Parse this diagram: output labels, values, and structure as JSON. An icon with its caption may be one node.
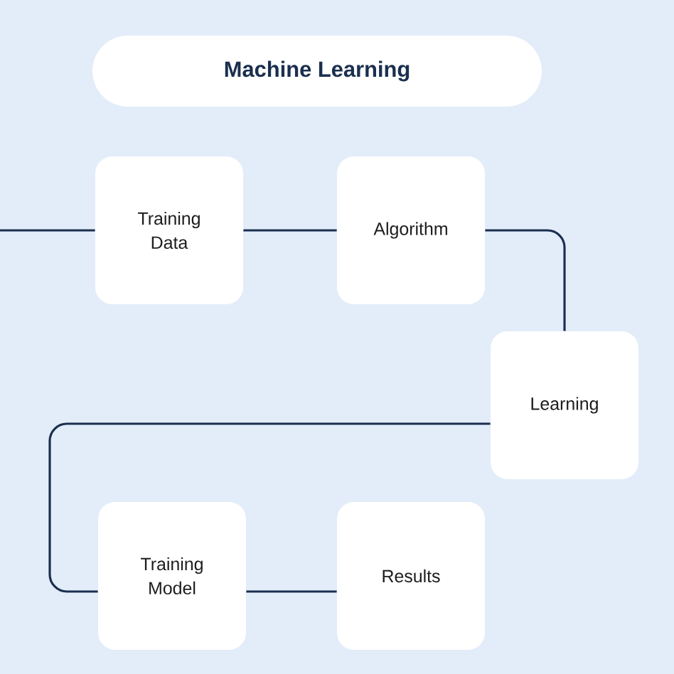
{
  "diagram": {
    "title": "Machine Learning",
    "nodes": [
      {
        "text": [
          "Training Data"
        ]
      },
      {
        "text": [
          "Algorithm"
        ]
      },
      {
        "text": [
          "Learning"
        ]
      },
      {
        "text": [
          "Training Model"
        ]
      },
      {
        "text": [
          "Results"
        ]
      }
    ],
    "edges": [
      {
        "from": null,
        "to": 0,
        "arrow": "none"
      },
      {
        "from": 0,
        "to": 1,
        "arrow": "none"
      },
      {
        "from": 1,
        "to": 2,
        "arrow": "none"
      },
      {
        "from": 2,
        "to": 3,
        "arrow": "none"
      },
      {
        "from": 3,
        "to": 4,
        "arrow": "none"
      }
    ]
  }
}
